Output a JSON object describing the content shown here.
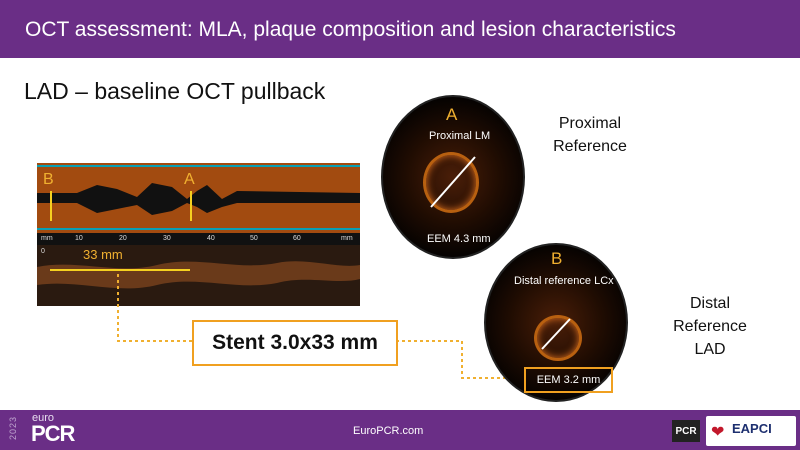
{
  "header": {
    "title": "OCT assessment: MLA, plaque composition and lesion characteristics"
  },
  "slide": {
    "subtitle": "LAD – baseline OCT pullback"
  },
  "oct_longitudinal": {
    "marker_b": "B",
    "marker_a": "A",
    "axis_unit": "mm",
    "zero_label": "0",
    "ticks": [
      "10",
      "20",
      "30",
      "40",
      "50",
      "60"
    ],
    "segment_length": "33 mm"
  },
  "cross_section_a": {
    "letter": "A",
    "caption": "Proximal LM",
    "eem": "EEM 4.3 mm",
    "side_label_line1": "Proximal",
    "side_label_line2": "Reference"
  },
  "cross_section_b": {
    "letter": "B",
    "caption": "Distal reference LCx",
    "eem": "EEM 3.2 mm",
    "side_label_line1": "Distal",
    "side_label_line2": "Reference",
    "side_label_line3": "LAD"
  },
  "stent": {
    "label": "Stent 3.0x33 mm"
  },
  "footer": {
    "url": "EuroPCR.com",
    "year": "2023",
    "logo_euro": "euro",
    "logo_pcr": "PCR",
    "badge_pcr": "PCR",
    "badge_eapci": "EAPCI"
  },
  "colors": {
    "brand_purple": "#6a2e86",
    "accent_orange": "#f0a020"
  }
}
